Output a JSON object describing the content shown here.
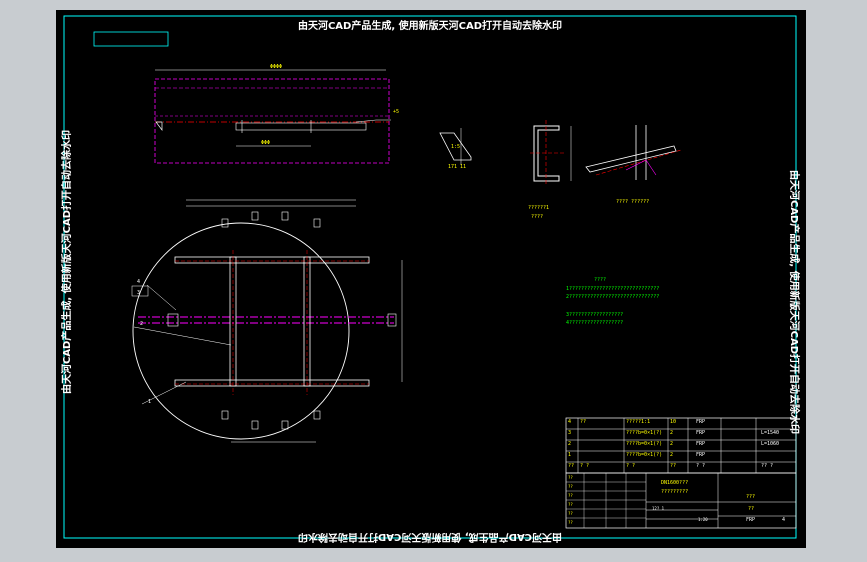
{
  "watermark": {
    "top": "由天河CAD产品生成, 使用新版天河CAD打开自动去除水印",
    "bottom": "由天河CAD产品生成, 使用新版天河CAD打开自动去除水印",
    "left": "由天河CAD产品生成, 使用新版天河CAD打开自动去除水印",
    "right": "由天河CAD产品生成, 使用新版天河CAD打开自动去除水印"
  },
  "dimensions": {
    "top_overall": "ΦΦΦΦ",
    "top_sub": "ΦΦΦ",
    "elev_label": "+5",
    "detail_a": "1:5",
    "detail_a_bottom": "171 11",
    "section_bottom_1": "??????1",
    "section_bottom_2": "????",
    "slope_bottom": "???? ??????"
  },
  "leaders": {
    "l4": "4",
    "l3": "3",
    "l2": "2",
    "l1": "1"
  },
  "notes": {
    "title": "????",
    "line1": "1??????????????????????????????",
    "line2": "2??????????????????????????????",
    "line3": "3??????????????????",
    "line4": "4??????????????????"
  },
  "bom_rows": [
    {
      "no": "4",
      "code": "??",
      "name": "?????1:1",
      "qty": "10",
      "mat": "FRP",
      "remark": ""
    },
    {
      "no": "3",
      "code": "",
      "name": "????b=0×1(?)",
      "qty": "2",
      "mat": "FRP",
      "remark": "L=1540"
    },
    {
      "no": "2",
      "code": "",
      "name": "????b=0×1(?)",
      "qty": "2",
      "mat": "FRP",
      "remark": "L=1060"
    },
    {
      "no": "1",
      "code": "",
      "name": "????b=0×1(?)",
      "qty": "2",
      "mat": "FRP",
      "remark": ""
    },
    {
      "no": "??",
      "code": "? ?",
      "name": "? ?",
      "qty": "??",
      "mat": "? ?",
      "remark": "?? ?"
    }
  ],
  "title_block": {
    "drawing_no": "DN1600???",
    "drawing_name": "?????????",
    "company": "???",
    "scale_label": "??",
    "material": "FRP",
    "sheet": "4",
    "row_labels": [
      "??",
      "??",
      "??",
      "??",
      "??",
      "??"
    ],
    "weight": "12? 1",
    "ratio": "1:20"
  }
}
